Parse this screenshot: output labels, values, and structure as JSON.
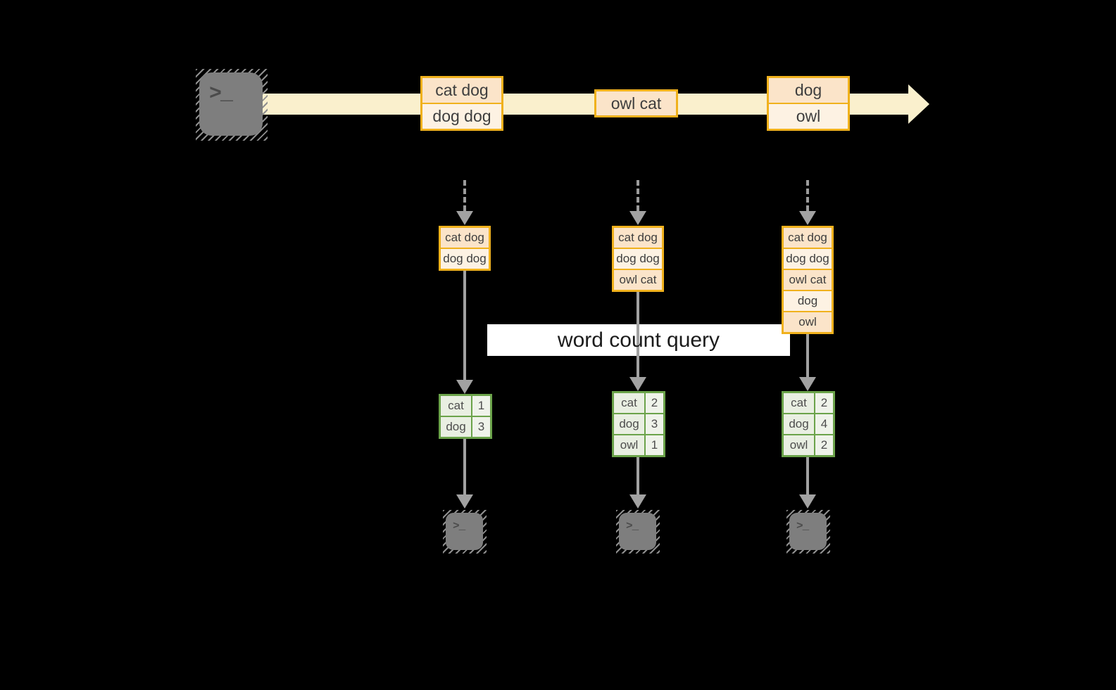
{
  "query_label": "word count query",
  "icons": {
    "terminal_glyph": ">_"
  },
  "colors": {
    "background": "#000000",
    "stream_fill": "#FAF0CD",
    "box_border_gold": "#F0B11C",
    "row_peach": "#FBE4C9",
    "row_cream": "#FDF2E3",
    "table_border_green": "#6BA34A",
    "cell_green_word": "#E9EFE2",
    "cell_green_count": "#EFF3EA",
    "arrow_gray": "#A2A2A2",
    "query_band": "#FFFFFF"
  },
  "stream_batches": [
    {
      "rows": [
        "cat dog",
        "dog dog"
      ]
    },
    {
      "rows": [
        "owl cat"
      ]
    },
    {
      "rows": [
        "dog",
        "owl"
      ]
    }
  ],
  "state_stacks": [
    {
      "rows": [
        "cat dog",
        "dog dog"
      ]
    },
    {
      "rows": [
        "cat dog",
        "dog dog",
        "owl cat"
      ]
    },
    {
      "rows": [
        "cat dog",
        "dog dog",
        "owl cat",
        "dog",
        "owl"
      ]
    }
  ],
  "count_tables": [
    {
      "rows": [
        {
          "word": "cat",
          "count": "1"
        },
        {
          "word": "dog",
          "count": "3"
        }
      ]
    },
    {
      "rows": [
        {
          "word": "cat",
          "count": "2"
        },
        {
          "word": "dog",
          "count": "3"
        },
        {
          "word": "owl",
          "count": "1"
        }
      ]
    },
    {
      "rows": [
        {
          "word": "cat",
          "count": "2"
        },
        {
          "word": "dog",
          "count": "4"
        },
        {
          "word": "owl",
          "count": "2"
        }
      ]
    }
  ]
}
